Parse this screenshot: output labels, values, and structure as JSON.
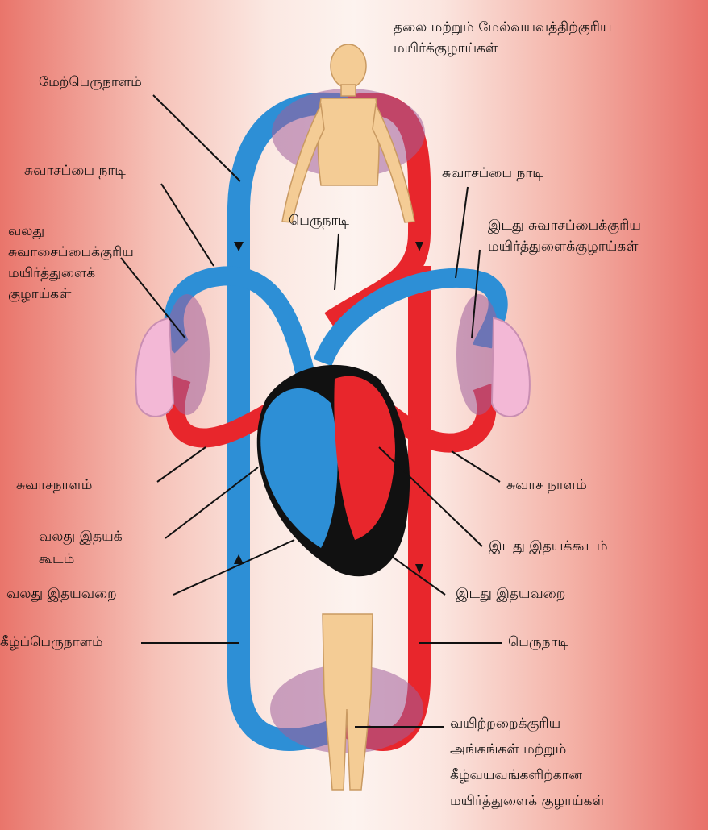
{
  "colors": {
    "artery": "#e8262c",
    "vein": "#2d8fd6",
    "skin": "#f4cc95",
    "lung": "#f3b8d6",
    "heart_dark": "#111111"
  },
  "labels": {
    "head_capillaries": [
      "தலை மற்றும் மேல்வயவத்திற்குரிய",
      "மயிர்க்குழாய்கள்"
    ],
    "superior_vena_cava": "மேற்பெருநாளம்",
    "pulmonary_artery_left": "சுவாசப்பை நாடி",
    "pulmonary_artery_right": "சுவாசப்பை நாடி",
    "aorta_top": "பெருநாடி",
    "right_lung_capillaries": [
      "வலது",
      "சுவாசைப்பைக்குரிய",
      "மயிர்த்துளைக்",
      "குழாய்கள்"
    ],
    "left_lung_capillaries": [
      "இடது சுவாசப்பைக்குரிய",
      "மயிர்த்துளைக்குழாய்கள்"
    ],
    "pulmonary_vein_left": "சுவாசநாளம்",
    "pulmonary_vein_right": "சுவாச நாளம்",
    "right_atrium": [
      "வலது இதயக்",
      "கூடம்"
    ],
    "left_atrium": "இடது இதயக்கூடம்",
    "right_ventricle": "வலது இதயவறை",
    "left_ventricle": "இடது இதயவறை",
    "inferior_vena_cava": "கீழ்ப்பெருநாளம்",
    "aorta_bottom": "பெருநாடி",
    "lower_capillaries": [
      "வயிற்றறைக்குரிய",
      "அங்கங்கள் மற்றும்",
      "கீழ்வயவங்களிற்கான",
      "மயிர்த்துளைக் குழாய்கள்"
    ]
  }
}
